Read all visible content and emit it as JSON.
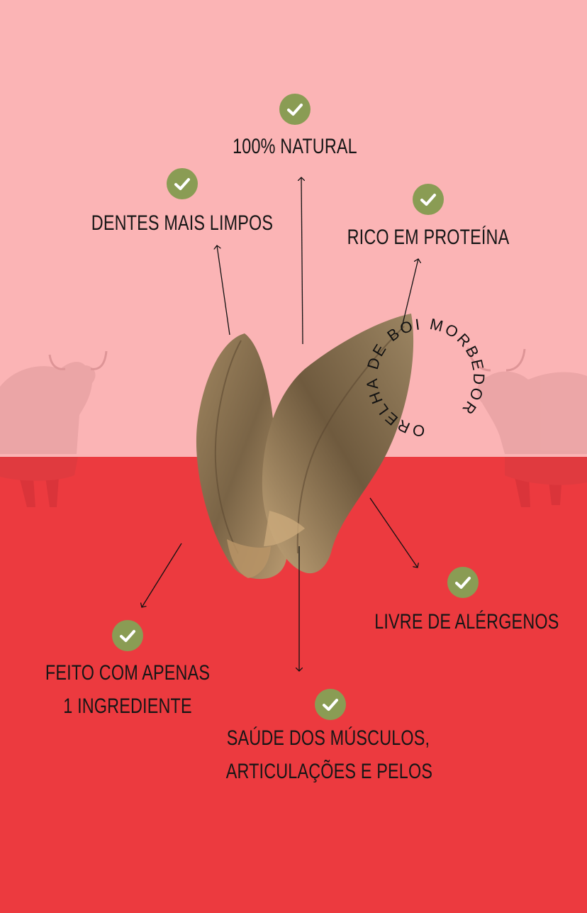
{
  "benefits": {
    "natural": "100% NATURAL",
    "teeth": "DENTES MAIS LIMPOS",
    "protein": "RICO EM PROTEÍNA",
    "allergens": "LIVRE DE ALÉRGENOS",
    "ingredient_line1": "FEITO COM APENAS",
    "ingredient_line2": "1 INGREDIENTE",
    "health_line1": "SAÚDE DOS MÚSCULOS,",
    "health_line2": "ARTICULAÇÕES E PELOS"
  },
  "badge": {
    "text": "ORELHA DE BOI MORBEDOR"
  },
  "colors": {
    "top_background": "#fbb4b5",
    "bottom_background": "#ec3a3f",
    "check_green": "#8a9c54",
    "text": "#161616"
  },
  "icons": {
    "benefit_icon": "check-circle-icon",
    "product": "ox-ear-chew-image",
    "decor": "bull-illustration"
  }
}
